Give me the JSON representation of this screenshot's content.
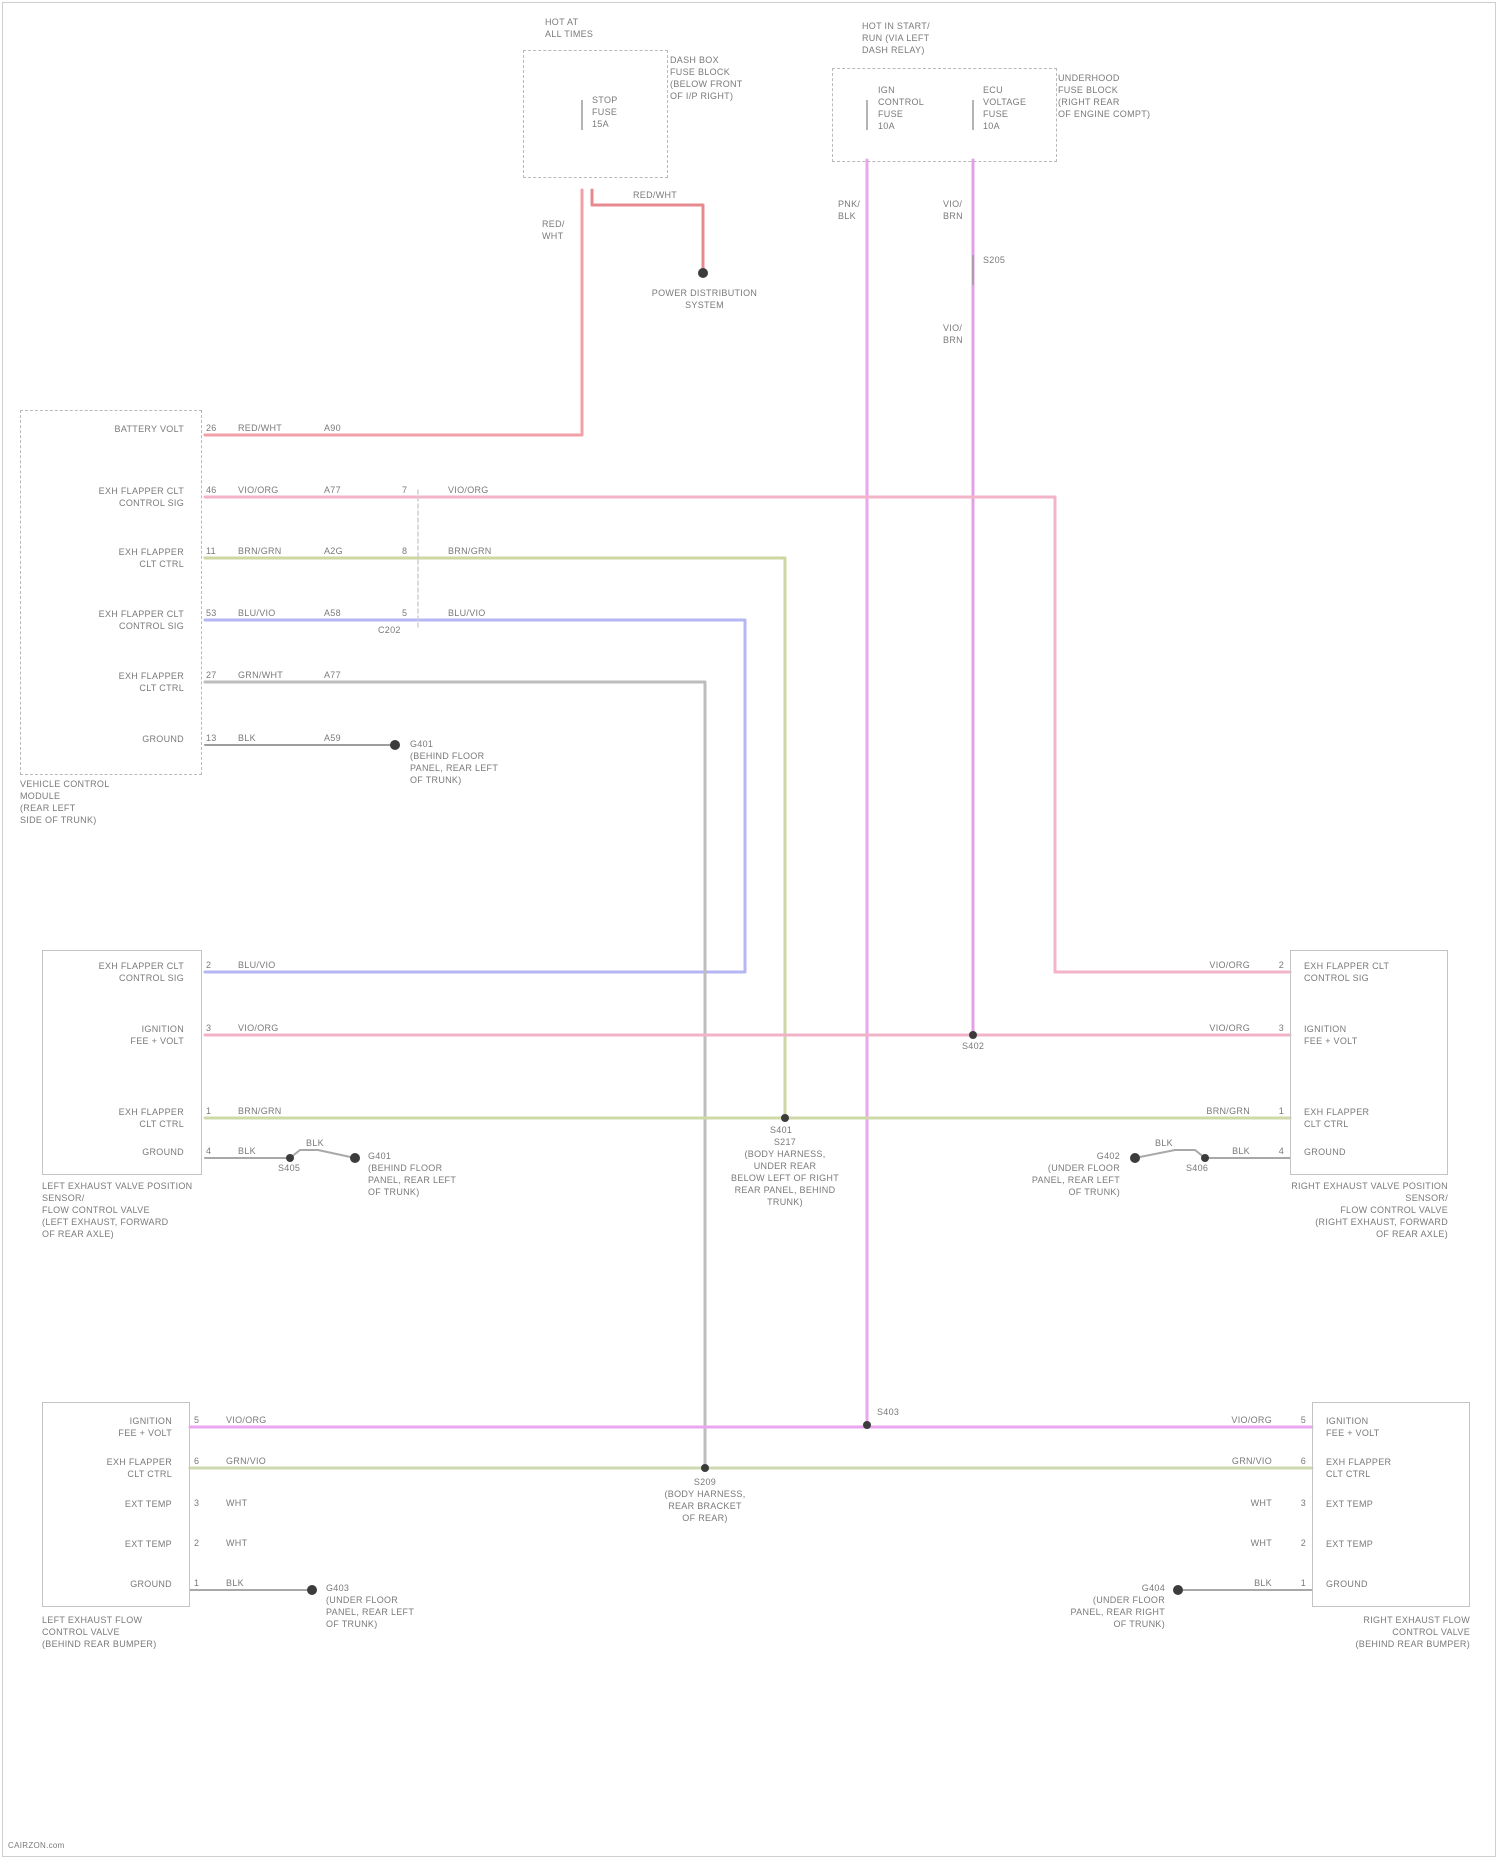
{
  "diagram": {
    "footer": "CAIRZON.com"
  },
  "top": {
    "hot_label": "HOT AT\nALL TIMES",
    "hot_run_label": "HOT IN START/\nRUN (VIA LEFT\nDASH RELAY)",
    "left_fuse_box": "DASH BOX\nFUSE BLOCK\n(BELOW FRONT\nOF I/P RIGHT)",
    "left_fuse_inner": "STOP\nFUSE\n15A",
    "right_fuse_box": "UNDERHOOD\nFUSE BLOCK\n(RIGHT REAR\nOF ENGINE COMPT)",
    "right_fuse_a": "IGN\nCONTROL\nFUSE\n10A",
    "right_fuse_b": "ECU\nVOLTAGE\nFUSE\n10A",
    "pwr_dist": "POWER DISTRIBUTION\nSYSTEM",
    "wire_lbl_a": "RED/\nWHT",
    "wire_lbl_b": "PNK/\nBLK",
    "wire_lbl_c": "VIO/\nBRN",
    "wire_lbl_d": "RED/WHT",
    "wire_lbl_e": "VIO/\nBRN",
    "splice_s": "S205"
  },
  "control_module": {
    "name": "VEHICLE CONTROL\nMODULE\n(REAR LEFT\nSIDE OF TRUNK)",
    "pins": [
      {
        "pin": "26",
        "label": "BATTERY VOLT",
        "wire": "RED/WHT",
        "circ": "A90"
      },
      {
        "pin": "46",
        "label": "EXH FLAPPER CLT\nCONTROL SIG",
        "wire": "VIO/ORG",
        "circ": "A77"
      },
      {
        "pin": "11",
        "label": "EXH FLAPPER\nCLT CTRL",
        "wire": "BRN/GRN",
        "circ": "A2G"
      },
      {
        "pin": "53",
        "label": "EXH FLAPPER CLT\nCONTROL SIG",
        "wire": "BLU/VIO",
        "circ": "A58"
      },
      {
        "pin": "27",
        "label": "EXH FLAPPER\nCLT CTRL",
        "wire": "GRN/WHT",
        "circ": "A77"
      },
      {
        "pin": "13",
        "label": "GROUND",
        "wire": "BLK",
        "circ": "A59"
      }
    ],
    "inline_pins": [
      "7",
      "8",
      "5"
    ],
    "inline_wires": [
      "VIO/ORG",
      "BRN/GRN",
      "BLU/VIO"
    ],
    "connector": "C202",
    "ground_label": "G401\n(BEHIND FLOOR\nPANEL, REAR LEFT\nOF TRUNK)"
  },
  "left_valve": {
    "name": "LEFT EXHAUST VALVE POSITION\nSENSOR/\nFLOW CONTROL VALVE\n(LEFT EXHAUST, FORWARD\nOF REAR AXLE)",
    "pins": [
      {
        "pin": "2",
        "label": "EXH FLAPPER CLT\nCONTROL SIG",
        "wire": "BLU/VIO"
      },
      {
        "pin": "3",
        "label": "IGNITION\nFEE + VOLT",
        "wire": "VIO/ORG"
      },
      {
        "pin": "1",
        "label": "EXH FLAPPER\nCLT CTRL",
        "wire": "BRN/GRN"
      },
      {
        "pin": "4",
        "label": "GROUND",
        "wire": "BLK"
      }
    ],
    "ground_wire": "BLK",
    "splice": "S405",
    "ground_label": "G401\n(BEHIND FLOOR\nPANEL, REAR LEFT\nOF TRUNK)"
  },
  "right_valve": {
    "name": "RIGHT EXHAUST VALVE POSITION\nSENSOR/\nFLOW CONTROL VALVE\n(RIGHT EXHAUST, FORWARD\nOF REAR AXLE)",
    "pins": [
      {
        "pin": "2",
        "label": "EXH FLAPPER CLT\nCONTROL SIG",
        "wire": "VIO/ORG"
      },
      {
        "pin": "3",
        "label": "IGNITION\nFEE + VOLT",
        "wire": "VIO/ORG"
      },
      {
        "pin": "1",
        "label": "EXH FLAPPER\nCLT CTRL",
        "wire": "BRN/GRN"
      },
      {
        "pin": "4",
        "label": "GROUND",
        "wire": "BLK"
      }
    ],
    "ground_wire": "BLK",
    "splice": "S406",
    "ground_label": "G402\n(UNDER FLOOR\nPANEL, REAR LEFT\nOF TRUNK)"
  },
  "mid": {
    "splice_s401": "S401",
    "splice_label": "S217\n(BODY HARNESS,\nUNDER REAR\nBELOW LEFT OF RIGHT\nREAR PANEL, BEHIND\nTRUNK)",
    "splice_s402": "S402",
    "splice_s403": "S403",
    "splice_mid_label": "S209\n(BODY HARNESS,\nREAR BRACKET\nOF REAR)"
  },
  "left_flap": {
    "name": "LEFT EXHAUST FLOW\nCONTROL VALVE\n(BEHIND REAR BUMPER)",
    "pins": [
      {
        "pin": "5",
        "label": "IGNITION\nFEE + VOLT",
        "wire": "VIO/ORG"
      },
      {
        "pin": "6",
        "label": "EXH FLAPPER\nCLT CTRL",
        "wire": "GRN/VIO"
      },
      {
        "pin": "3",
        "label": "EXT TEMP",
        "wire": "WHT"
      },
      {
        "pin": "2",
        "label": "EXT TEMP",
        "wire": "WHT"
      },
      {
        "pin": "1",
        "label": "GROUND",
        "wire": "BLK"
      }
    ],
    "ground_label": "G403\n(UNDER FLOOR\nPANEL, REAR LEFT\nOF TRUNK)"
  },
  "right_flap": {
    "name": "RIGHT EXHAUST FLOW\nCONTROL VALVE\n(BEHIND REAR BUMPER)",
    "pins": [
      {
        "pin": "5",
        "label": "IGNITION\nFEE + VOLT",
        "wire": "VIO/ORG"
      },
      {
        "pin": "6",
        "label": "EXH FLAPPER\nCLT CTRL",
        "wire": "GRN/VIO"
      },
      {
        "pin": "3",
        "label": "EXT TEMP",
        "wire": "WHT"
      },
      {
        "pin": "2",
        "label": "EXT TEMP",
        "wire": "WHT"
      },
      {
        "pin": "1",
        "label": "GROUND",
        "wire": "BLK"
      }
    ],
    "ground_label": "G404\n(UNDER FLOOR\nPANEL, REAR RIGHT\nOF TRUNK)"
  },
  "colors": {
    "red": "#f0a0a8",
    "pink": "#f0b0c8",
    "violet": "#e8a8ec",
    "green": "#c8d4a0",
    "blue": "#b0b0f0",
    "gray": "#b8b8b8"
  }
}
